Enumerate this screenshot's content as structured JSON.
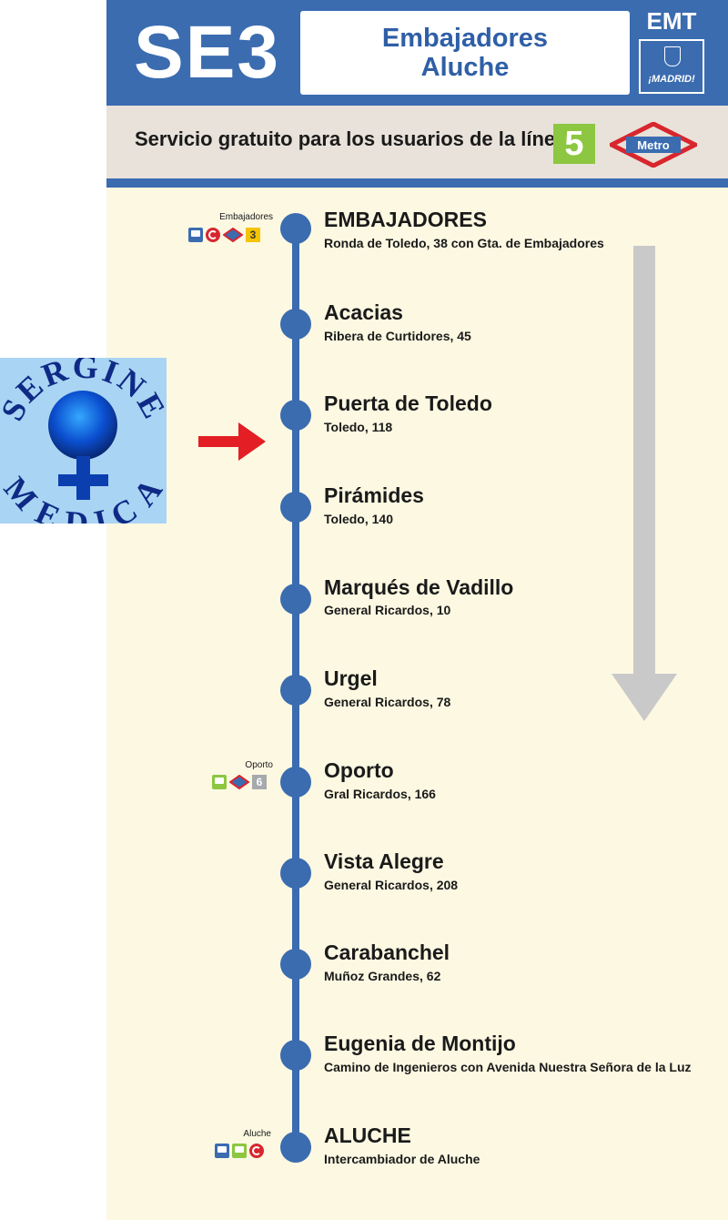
{
  "header": {
    "line_code": "SE3",
    "destination_top": "Embajadores",
    "destination_bottom": "Aluche",
    "operator": "EMT",
    "operator_sub": "¡MADRID!"
  },
  "service": {
    "text": "Servicio gratuito para los usuarios de la línea",
    "line_number": "5",
    "metro_label": "Metro"
  },
  "stops": [
    {
      "name": "EMBAJADORES",
      "address": "Ronda de Toledo, 38 con Gta. de Embajadores"
    },
    {
      "name": "Acacias",
      "address": "Ribera de Curtidores, 45"
    },
    {
      "name": "Puerta de Toledo",
      "address": "Toledo, 118"
    },
    {
      "name": "Pirámides",
      "address": "Toledo, 140"
    },
    {
      "name": "Marqués de Vadillo",
      "address": "General Ricardos, 10"
    },
    {
      "name": "Urgel",
      "address": "General Ricardos, 78"
    },
    {
      "name": "Oporto",
      "address": "Gral Ricardos, 166"
    },
    {
      "name": "Vista Alegre",
      "address": "General Ricardos, 208"
    },
    {
      "name": "Carabanchel",
      "address": "Muñoz Grandes, 62"
    },
    {
      "name": "Eugenia de Montijo",
      "address": "Camino de Ingenieros con Avenida Nuestra Señora de la Luz"
    },
    {
      "name": "ALUCHE",
      "address": "Intercambiador de Aluche"
    }
  ],
  "connections": {
    "embajadores": {
      "name": "Embajadores",
      "metro_line": "3"
    },
    "oporto": {
      "name": "Oporto",
      "metro_line": "6"
    },
    "aluche": {
      "name": "Aluche"
    }
  },
  "logo": {
    "text_top": "SERGINE",
    "text_bottom": "MEDICA"
  },
  "colors": {
    "emt_blue": "#3b6cb0",
    "line5_green": "#8dc640",
    "metro_red": "#d8262e",
    "line3_yellow": "#f5c400",
    "line6_grey": "#a7a9ac",
    "marker_red": "#e31e24"
  }
}
